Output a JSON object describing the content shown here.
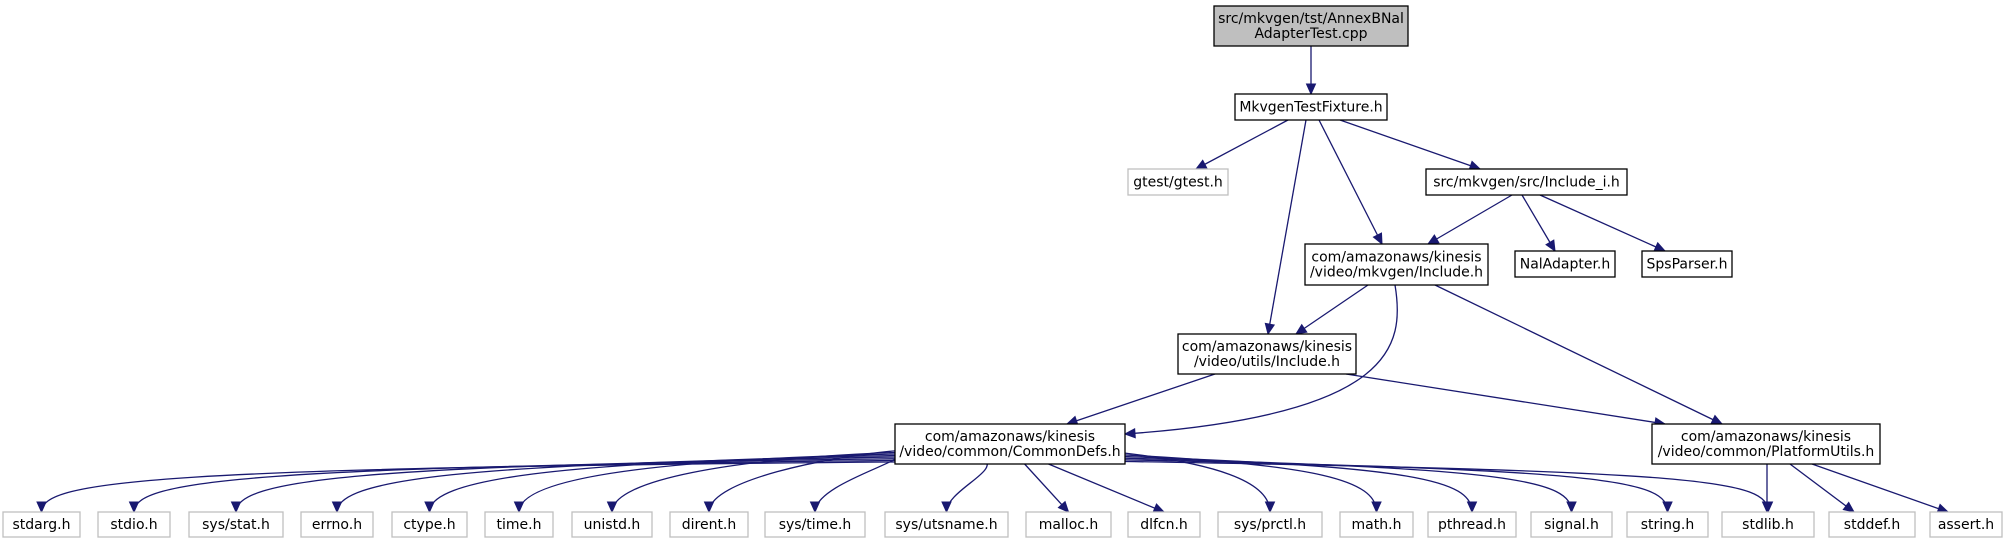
{
  "graph": {
    "colors": {
      "edge": "#191970",
      "node_border": "#000000",
      "external_border": "#bfbfbf",
      "root_fill": "#bfbfbf",
      "node_fill": "#ffffff"
    },
    "nodes": {
      "root": {
        "lines": [
          "src/mkvgen/tst/AnnexBNal",
          "AdapterTest.cpp"
        ],
        "kind": "root"
      },
      "fixture": {
        "lines": [
          "MkvgenTestFixture.h"
        ],
        "kind": "file"
      },
      "gtest": {
        "lines": [
          "gtest/gtest.h"
        ],
        "kind": "external"
      },
      "mkvinc_i": {
        "lines": [
          "src/mkvgen/src/Include_i.h"
        ],
        "kind": "file"
      },
      "mkvinclude": {
        "lines": [
          "com/amazonaws/kinesis",
          "/video/mkvgen/Include.h"
        ],
        "kind": "file"
      },
      "naladapter": {
        "lines": [
          "NalAdapter.h"
        ],
        "kind": "file"
      },
      "spsparser": {
        "lines": [
          "SpsParser.h"
        ],
        "kind": "file"
      },
      "utilsinclude": {
        "lines": [
          "com/amazonaws/kinesis",
          "/video/utils/Include.h"
        ],
        "kind": "file"
      },
      "commondefs": {
        "lines": [
          "com/amazonaws/kinesis",
          "/video/common/CommonDefs.h"
        ],
        "kind": "file"
      },
      "platformutils": {
        "lines": [
          "com/amazonaws/kinesis",
          "/video/common/PlatformUtils.h"
        ],
        "kind": "file"
      },
      "stdarg": {
        "lines": [
          "stdarg.h"
        ],
        "kind": "external"
      },
      "stdio": {
        "lines": [
          "stdio.h"
        ],
        "kind": "external"
      },
      "sysstat": {
        "lines": [
          "sys/stat.h"
        ],
        "kind": "external"
      },
      "errno": {
        "lines": [
          "errno.h"
        ],
        "kind": "external"
      },
      "ctype": {
        "lines": [
          "ctype.h"
        ],
        "kind": "external"
      },
      "time": {
        "lines": [
          "time.h"
        ],
        "kind": "external"
      },
      "unistd": {
        "lines": [
          "unistd.h"
        ],
        "kind": "external"
      },
      "dirent": {
        "lines": [
          "dirent.h"
        ],
        "kind": "external"
      },
      "systime": {
        "lines": [
          "sys/time.h"
        ],
        "kind": "external"
      },
      "sysutsname": {
        "lines": [
          "sys/utsname.h"
        ],
        "kind": "external"
      },
      "malloc": {
        "lines": [
          "malloc.h"
        ],
        "kind": "external"
      },
      "dlfcn": {
        "lines": [
          "dlfcn.h"
        ],
        "kind": "external"
      },
      "sysprctl": {
        "lines": [
          "sys/prctl.h"
        ],
        "kind": "external"
      },
      "math": {
        "lines": [
          "math.h"
        ],
        "kind": "external"
      },
      "pthread": {
        "lines": [
          "pthread.h"
        ],
        "kind": "external"
      },
      "signal": {
        "lines": [
          "signal.h"
        ],
        "kind": "external"
      },
      "string": {
        "lines": [
          "string.h"
        ],
        "kind": "external"
      },
      "stdlib": {
        "lines": [
          "stdlib.h"
        ],
        "kind": "external"
      },
      "stddef": {
        "lines": [
          "stddef.h"
        ],
        "kind": "external"
      },
      "assert": {
        "lines": [
          "assert.h"
        ],
        "kind": "external"
      }
    },
    "edges": [
      [
        "root",
        "fixture"
      ],
      [
        "fixture",
        "gtest"
      ],
      [
        "fixture",
        "mkvinc_i"
      ],
      [
        "fixture",
        "mkvinclude"
      ],
      [
        "fixture",
        "utilsinclude"
      ],
      [
        "mkvinc_i",
        "mkvinclude"
      ],
      [
        "mkvinc_i",
        "naladapter"
      ],
      [
        "mkvinc_i",
        "spsparser"
      ],
      [
        "mkvinclude",
        "utilsinclude"
      ],
      [
        "mkvinclude",
        "commondefs"
      ],
      [
        "mkvinclude",
        "platformutils"
      ],
      [
        "utilsinclude",
        "commondefs"
      ],
      [
        "utilsinclude",
        "platformutils"
      ],
      [
        "commondefs",
        "stdarg"
      ],
      [
        "commondefs",
        "stdio"
      ],
      [
        "commondefs",
        "sysstat"
      ],
      [
        "commondefs",
        "errno"
      ],
      [
        "commondefs",
        "ctype"
      ],
      [
        "commondefs",
        "time"
      ],
      [
        "commondefs",
        "unistd"
      ],
      [
        "commondefs",
        "dirent"
      ],
      [
        "commondefs",
        "systime"
      ],
      [
        "commondefs",
        "sysutsname"
      ],
      [
        "commondefs",
        "malloc"
      ],
      [
        "commondefs",
        "dlfcn"
      ],
      [
        "commondefs",
        "sysprctl"
      ],
      [
        "commondefs",
        "math"
      ],
      [
        "commondefs",
        "pthread"
      ],
      [
        "commondefs",
        "signal"
      ],
      [
        "commondefs",
        "string"
      ],
      [
        "commondefs",
        "stdlib"
      ],
      [
        "platformutils",
        "stdlib"
      ],
      [
        "platformutils",
        "stddef"
      ],
      [
        "platformutils",
        "assert"
      ]
    ]
  }
}
